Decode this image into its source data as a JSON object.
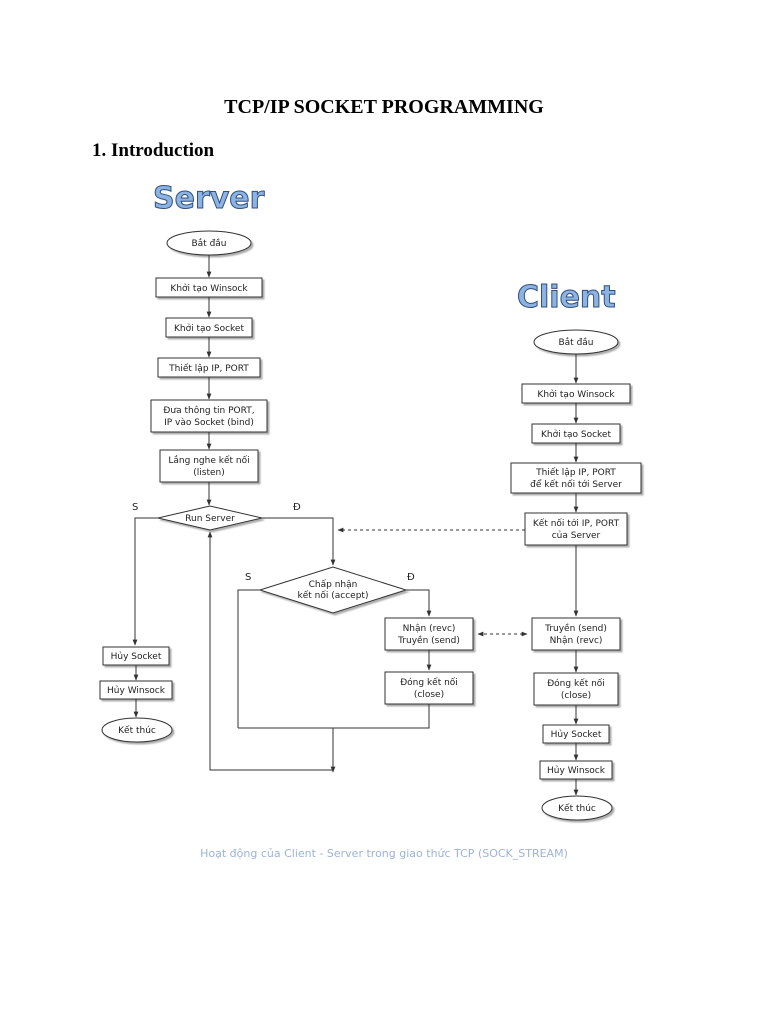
{
  "document": {
    "title": "TCP/IP SOCKET PROGRAMMING",
    "section_heading": "1.  Introduction",
    "caption": "Hoạt động của Client - Server trong giao thức TCP (SOCK_STREAM)"
  },
  "server": {
    "heading": "Server",
    "start": "Bắt đầu",
    "init_winsock": "Khởi tạo Winsock",
    "init_socket": "Khởi tạo Socket",
    "set_ip_port": "Thiết lập IP, PORT",
    "bind_line1": "Đưa thông tin PORT,",
    "bind_line2": "IP vào Socket (bind)",
    "listen_line1": "Lắng nghe kết nối",
    "listen_line2": "(listen)",
    "run_server": "Run Server",
    "run_no": "S",
    "run_yes": "Đ",
    "accept_line1": "Chấp nhận",
    "accept_line2": "kết nối (accept)",
    "accept_no": "S",
    "accept_yes": "Đ",
    "recv_line1": "Nhận (revc)",
    "recv_line2": "Truyền (send)",
    "close_line1": "Đóng kết nối",
    "close_line2": "(close)",
    "destroy_socket": "Hủy Socket",
    "destroy_winsock": "Hủy Winsock",
    "end": "Kết thúc"
  },
  "client": {
    "heading": "Client",
    "start": "Bắt đầu",
    "init_winsock": "Khởi tạo Winsock",
    "init_socket": "Khởi tạo Socket",
    "set_line1": "Thiết lập IP, PORT",
    "set_line2": "để kết nối tới Server",
    "connect_line1": "Kết nối tới IP, PORT",
    "connect_line2": "của Server",
    "send_line1": "Truyền (send)",
    "send_line2": "Nhận (revc)",
    "close_line1": "Đóng kết nối",
    "close_line2": "(close)",
    "destroy_socket": "Hủy Socket",
    "destroy_winsock": "Hủy Winsock",
    "end": "Kết thúc"
  }
}
